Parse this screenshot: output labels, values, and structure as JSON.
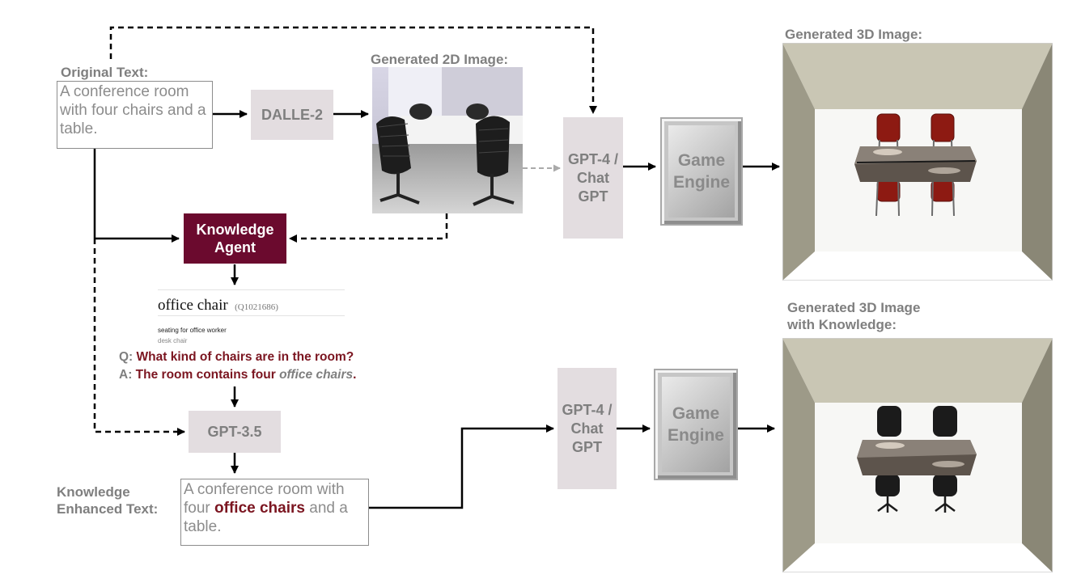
{
  "labels": {
    "original_text": "Original Text:",
    "generated_2d": "Generated 2D Image:",
    "generated_3d": "Generated 3D Image:",
    "generated_3d_knowledge": "Generated 3D Image\nwith Knowledge:",
    "knowledge_enhanced": "Knowledge\nEnhanced Text:"
  },
  "original_text_box": "A conference room with four chairs and a table.",
  "boxes": {
    "dalle": "DALLE-2",
    "gpt4_top": "GPT-4 / Chat GPT",
    "gpt4_bottom": "GPT-4 / Chat GPT",
    "game_engine_top": "Game Engine",
    "game_engine_bottom": "Game Engine",
    "knowledge_agent": "Knowledge Agent",
    "gpt35": "GPT-3.5"
  },
  "wikidata": {
    "title": "office chair",
    "qid": "(Q1021686)",
    "description": "seating for office worker",
    "alias": "desk chair"
  },
  "qa": {
    "q_prefix": "Q:",
    "question": "What kind of chairs are in the room?",
    "a_prefix": "A:",
    "answer_start": "The room contains four",
    "answer_highlight": "office chairs",
    "answer_end": "."
  },
  "enhanced_text": {
    "part1": "A conference room with four",
    "highlight": "office chairs",
    "part2": "and a table."
  },
  "colors": {
    "accent": "#6b0a2e",
    "highlight": "#7b1520",
    "box_gray": "#e3dde0",
    "label_gray": "#7f7f7f"
  }
}
